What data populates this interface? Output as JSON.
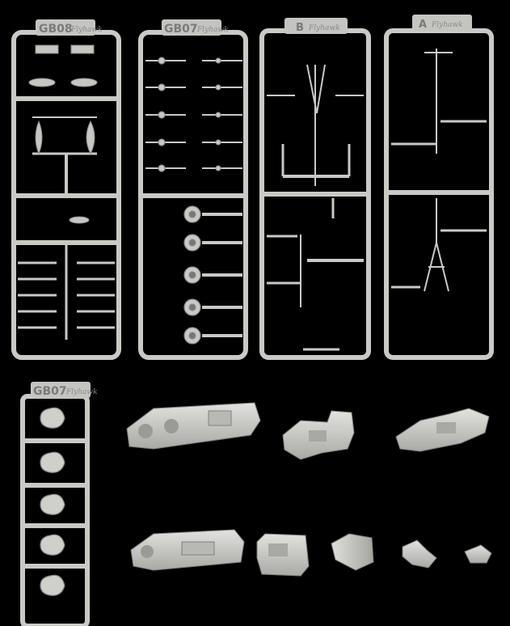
{
  "image": {
    "subject": "plastic model kit sprues and hull parts on black background",
    "background": "#000000",
    "plastic_color": "#cfcfcc"
  },
  "sprues": [
    {
      "label": "GB08",
      "brand": "Flyhawk"
    },
    {
      "label": "GB07",
      "brand": "Flyhawk"
    },
    {
      "label": "B",
      "brand": "Flyhawk"
    },
    {
      "label": "A",
      "brand": "Flyhawk"
    },
    {
      "label": "GB07",
      "brand": "Flyhawk"
    }
  ]
}
